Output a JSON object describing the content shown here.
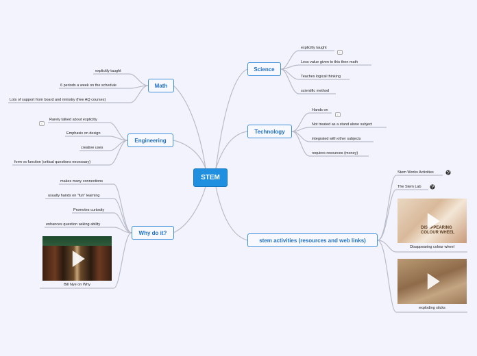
{
  "center": {
    "label": "STEM"
  },
  "topics": {
    "math": {
      "label": "Math",
      "leaves": [
        "explicitly taught",
        "6 periods a week on the schedule",
        "Lots of support from board and ministry (free AQ courses)"
      ]
    },
    "engineering": {
      "label": "Engineering",
      "leaves": [
        "Rarely talked about explicitly",
        "Emphasis on design",
        "creative uses",
        "form vs function (critical questions necessary)"
      ]
    },
    "why": {
      "label": "Why do it?",
      "leaves": [
        "makes many connections",
        "usually hands on \"fun\" learning",
        "Promotes curiosity",
        "enhances question asking ability"
      ],
      "video_caption": "Bill Nye on Why"
    },
    "science": {
      "label": "Science",
      "leaves": [
        "explicitly taught",
        "Less value given to this then math",
        "Teaches logical thinking",
        "scientific method"
      ]
    },
    "technology": {
      "label": "Technology",
      "leaves": [
        "Hands on",
        "Not treated as a stand alone subject",
        "integrated with other subjects",
        "requires resources (money)"
      ]
    },
    "activities": {
      "label": "stem activities (resources and web links)",
      "links": [
        "Stem Works Activities",
        "The Stem Lab"
      ],
      "videos": [
        "Disappearing colour wheel",
        "exploding sticks"
      ],
      "thumb_text": "DISAPPEARING COLOUR WHEEL"
    }
  },
  "colors": {
    "accent": "#1f8fe0",
    "topic_border": "#3d8ed8",
    "wire": "#b9bcc8"
  },
  "icons": {
    "note": "note-icon",
    "link": "globe-icon",
    "video": "play-icon"
  }
}
